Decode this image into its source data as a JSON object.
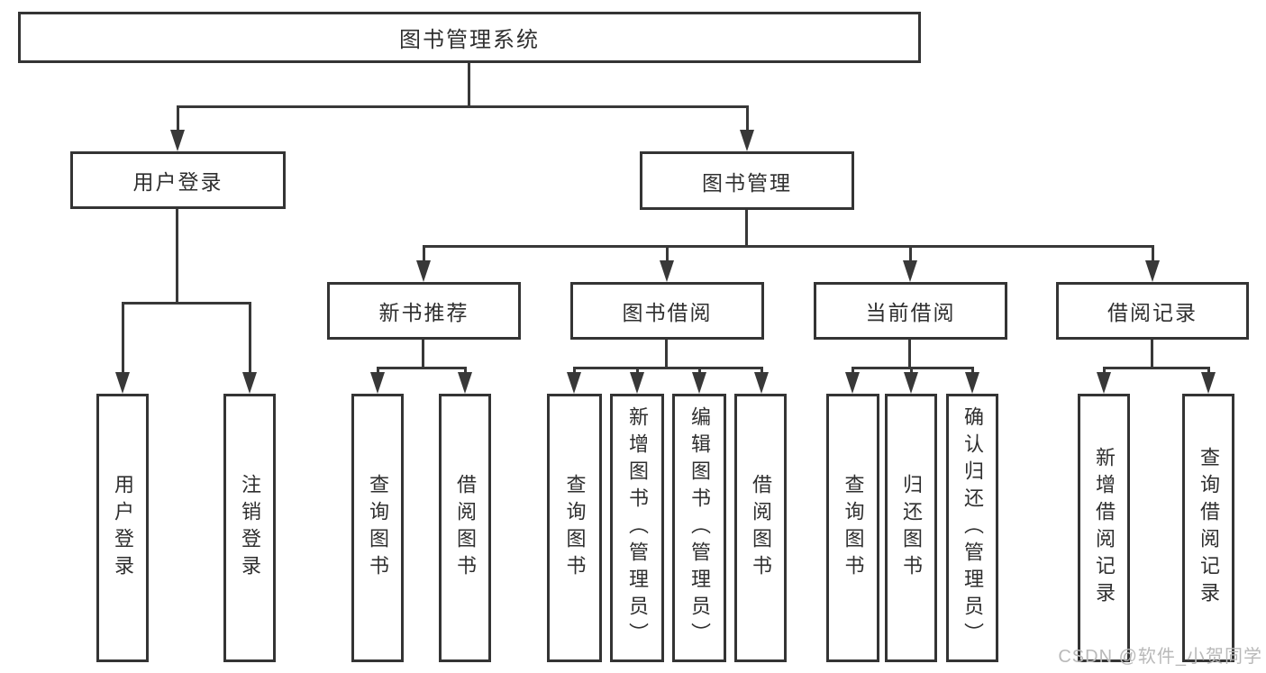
{
  "watermark": "CSDN @软件_小贺同学",
  "colors": {
    "line": "#383838",
    "border": "#343434",
    "text": "#2f2f2f",
    "watermark": "#b9b9b9",
    "background": "#ffffff"
  },
  "tree": {
    "root": "图书管理系统",
    "branches": [
      {
        "label": "用户登录",
        "leaves": [
          "用户登录",
          "注销登录"
        ]
      },
      {
        "label": "图书管理",
        "groups": [
          {
            "label": "新书推荐",
            "leaves": [
              "查询图书",
              "借阅图书"
            ]
          },
          {
            "label": "图书借阅",
            "leaves": [
              "查询图书",
              "新增图书（管理员）",
              "编辑图书（管理员）",
              "借阅图书"
            ]
          },
          {
            "label": "当前借阅",
            "leaves": [
              "查询图书",
              "归还图书",
              "确认归还（管理员）"
            ]
          },
          {
            "label": "借阅记录",
            "leaves": [
              "新增借阅记录",
              "查询借阅记录"
            ]
          }
        ]
      }
    ]
  }
}
